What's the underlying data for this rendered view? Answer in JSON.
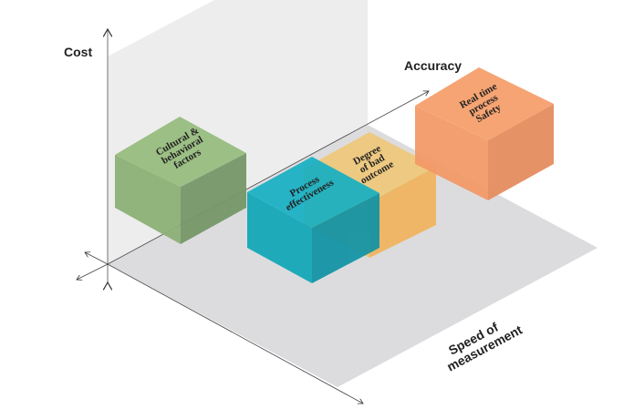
{
  "axes": {
    "cost": "Cost",
    "accuracy": "Accuracy",
    "speed_line1": "Speed of",
    "speed_line2": "measurement"
  },
  "cubes": [
    {
      "lines": [
        "Cultural &",
        "behavioral",
        "factors"
      ],
      "color": "#8db877"
    },
    {
      "lines": [
        "Degree",
        "of bad",
        "outcome"
      ],
      "color": "#f0b85c"
    },
    {
      "lines": [
        "Process",
        "effectiveness"
      ],
      "color": "#13a7bb"
    },
    {
      "lines": [
        "Real time",
        "process",
        "Safety"
      ],
      "color": "#f49a68"
    }
  ]
}
